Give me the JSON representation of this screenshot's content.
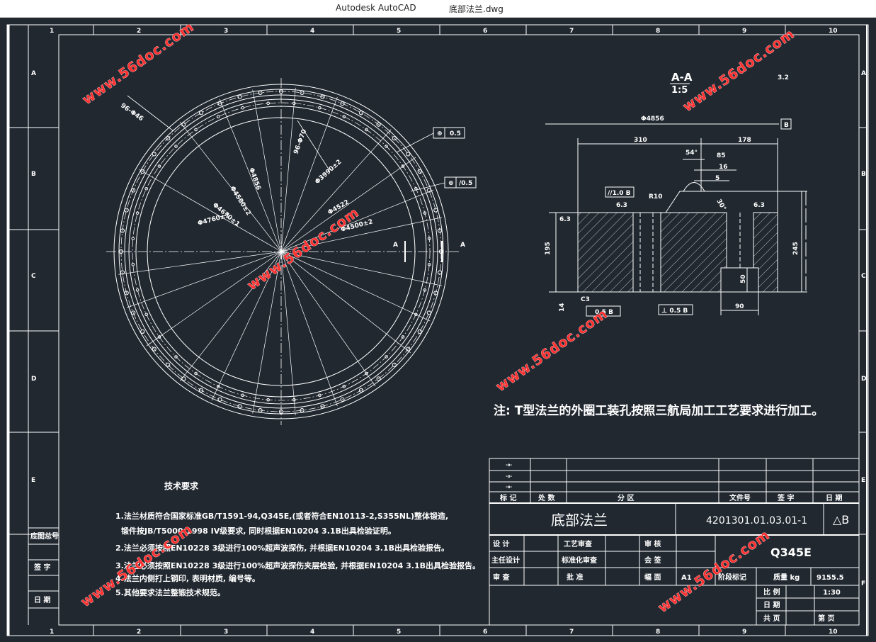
{
  "window": {
    "app_title": "Autodesk AutoCAD",
    "file_name": "底部法兰.dwg"
  },
  "colors": {
    "background": "#212830",
    "line": "#ffffff",
    "watermark": "#ff3030"
  },
  "grid": {
    "columns": [
      "1",
      "2",
      "3",
      "4",
      "5",
      "6",
      "7",
      "8",
      "9",
      "10"
    ],
    "rows": [
      "A",
      "B",
      "C",
      "D",
      "E",
      "F"
    ]
  },
  "plan_view": {
    "section_mark": "A",
    "dims": {
      "hole_pattern_outer": "96-Φ46",
      "hole_pattern_inner": "96-Φ70",
      "d4856": "Φ4856",
      "d4580": "Φ4580±2",
      "d4670": "Φ4670±1",
      "d4760": "Φ4760±2",
      "d3990": "Φ3990±2",
      "d4522": "Φ4522",
      "d4500": "Φ4500±2"
    },
    "tolerance_1": "0.5",
    "tolerance_2": "/0.5"
  },
  "section_view": {
    "title": "A-A",
    "scale": "1:5",
    "roughness": "3.2",
    "dia": "Φ4856",
    "datum": "B",
    "d310": "310",
    "d178": "178",
    "d54": "54°",
    "d85": "85",
    "d16": "16",
    "d5": "5",
    "r10": "R10",
    "a30": "30°",
    "h195": "195",
    "h245": "245",
    "d90": "90",
    "d50": "50",
    "d14": "14",
    "c3": "C3",
    "par": "//1.0 B",
    "flat1": "0.5 B",
    "perp": "⊥ 0.5 B",
    "r6_3": "6.3"
  },
  "note": "注: T型法兰的外圈工装孔按照三航局加工工艺要求进行加工。",
  "tech": {
    "heading": "技术要求",
    "items": [
      "1.法兰材质符合国家标准GB/T1591-94,Q345E,(或者符合EN10113-2,S355NL)整体锻造,",
      "锻件按JB/T5000-1998 IV级要求, 同时根据EN10204 3.1B出具检验证明。",
      "2.法兰必须按照EN10228 3级进行100%超声波探伤,  并根据EN10204 3.1B出具检验报告。",
      "3.法兰必须按照EN10228 3级进行100%超声波探伤夹层检验,  并根据EN10204 3.1B出具检验报告。",
      "4.法兰内侧打上钢印, 表明材质, 编号等。",
      "5.其他要求法兰整锻技术规范。"
    ]
  },
  "left_block": {
    "r1": "底图总号",
    "r2": "签  字",
    "r3": "日  期"
  },
  "title_block": {
    "rev_headers": [
      "标  记",
      "处  数",
      "分          区",
      "文件号",
      "签  字",
      "日  期"
    ],
    "name": "底部法兰",
    "code": "4201301.01.03.01-1",
    "rev": "△B",
    "material": "Q345E",
    "labels": {
      "design": "设  计",
      "craft": "工艺审查",
      "review": "审  核",
      "chief": "主任设计",
      "std": "标准化审查",
      "sign": "会  签",
      "check": "审  查",
      "approve": "批  准",
      "size": "幅  面",
      "size_val": "A1",
      "stage": "阶段标记",
      "mass": "质量 kg",
      "mass_val": "9155.5",
      "scale": "比  例",
      "scale_val": "1:30",
      "date": "日  期",
      "total": "共    页",
      "page": "第    页"
    }
  },
  "watermark": "www.56doc.com"
}
